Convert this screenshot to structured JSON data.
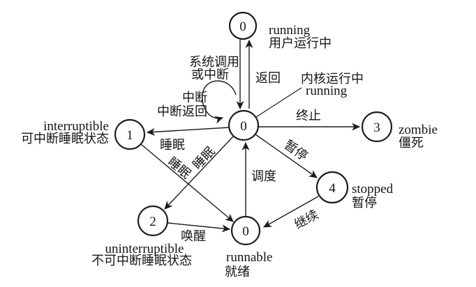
{
  "diagram": {
    "description": "process state transition diagram",
    "colors": {
      "ink": "#1c1c1c",
      "background": "#ffffff"
    },
    "nodes": {
      "user_running": {
        "value": "0",
        "en": "running",
        "zh": "用户运行中"
      },
      "kernel_running": {
        "value": "0",
        "zh": "内核运行中",
        "en": "running"
      },
      "interruptible": {
        "value": "1",
        "en": "interruptible",
        "zh": "可中断睡眠状态"
      },
      "uninterruptible": {
        "value": "2",
        "en": "uninterruptible",
        "zh": "不可中断睡眠状态"
      },
      "runnable": {
        "value": "0",
        "en": "runnable",
        "zh": "就绪"
      },
      "zombie": {
        "value": "3",
        "en": "zombie",
        "zh": "僵死"
      },
      "stopped": {
        "value": "4",
        "en": "stopped",
        "zh": "暂停"
      }
    },
    "edge_labels": {
      "system_call_1": "系统调用",
      "system_call_2": "或中断",
      "return": "返回",
      "interrupt": "中断",
      "interrupt_return": "中断返回",
      "terminate": "终止",
      "sleep_to_interruptible": "睡眠",
      "sleep_diag_left": "睡眠",
      "sleep_diag_right": "睡眠",
      "pause": "暂停",
      "schedule": "调度",
      "wakeup": "唤醒",
      "continue": "继续"
    }
  }
}
